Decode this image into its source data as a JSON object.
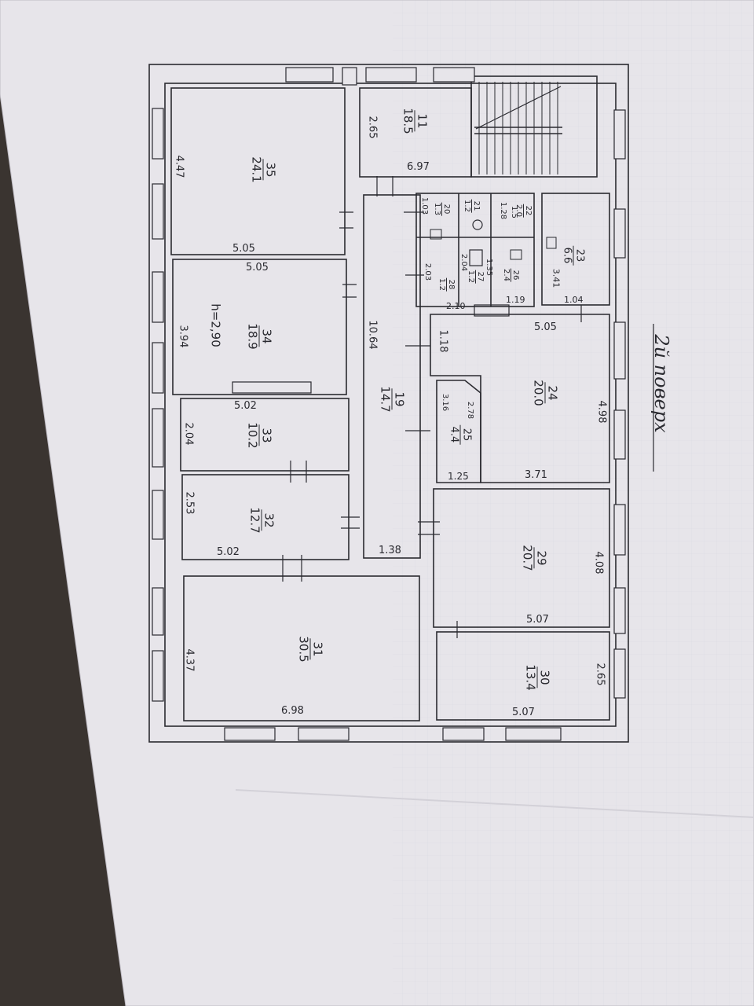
{
  "floor_title": "2й поверх",
  "ceiling_height": "h=2,90",
  "rooms": [
    {
      "id": "35",
      "area": "24.1"
    },
    {
      "id": "34",
      "area": "18.9"
    },
    {
      "id": "33",
      "area": "10.2"
    },
    {
      "id": "32",
      "area": "12.7"
    },
    {
      "id": "31",
      "area": "30.5"
    },
    {
      "id": "11",
      "area": "18.5"
    },
    {
      "id": "19",
      "area": "14.7"
    },
    {
      "id": "24",
      "area": "20.0"
    },
    {
      "id": "25",
      "area": "4.4"
    },
    {
      "id": "29",
      "area": "20.7"
    },
    {
      "id": "30",
      "area": "13.4"
    },
    {
      "id": "23",
      "area": "6.6"
    },
    {
      "id": "22",
      "area": "2.0"
    },
    {
      "id": "21",
      "area": "1.2"
    },
    {
      "id": "20",
      "area": "1.3"
    },
    {
      "id": "26",
      "area": "2.4"
    },
    {
      "id": "27",
      "area": "1.2"
    },
    {
      "id": "28",
      "area": "1.2"
    }
  ],
  "dimensions": {
    "r35_width": "4.47",
    "r35_length": "5.05",
    "r34_length_top": "5.05",
    "r34_width": "3.94",
    "r33_length": "5.02",
    "r33_width": "2.04",
    "r32_width": "2.53",
    "r32_length": "5.02",
    "r31_width": "4.37",
    "r31_length": "6.98",
    "r11_width": "2.65",
    "r11_length": "6.97",
    "corridor_length": "10.64",
    "corridor_width": "1.38",
    "r24_length": "5.05",
    "r24_width": "4.98",
    "r24_inner": "3.71",
    "r24_step": "1.18",
    "r25_a": "3.16",
    "r25_b": "2.78",
    "r25_c": "1.25",
    "r29_width": "4.08",
    "r29_length": "5.07",
    "r30_width": "2.65",
    "r30_length": "5.07",
    "r23_a": "3.41",
    "r23_b": "1.04",
    "wc_a": "1.03",
    "wc_b": "1.28",
    "wc_c": "1.5",
    "wc_d": "2.03",
    "wc_e": "2.04",
    "wc_f": "1.35",
    "wc_g": "2.10",
    "wc_h": "1.19"
  },
  "colors": {
    "paper": "#e8e6ea",
    "ink": "#2a2a30",
    "grid": "#c9ccd6",
    "background": "#3a3430"
  }
}
